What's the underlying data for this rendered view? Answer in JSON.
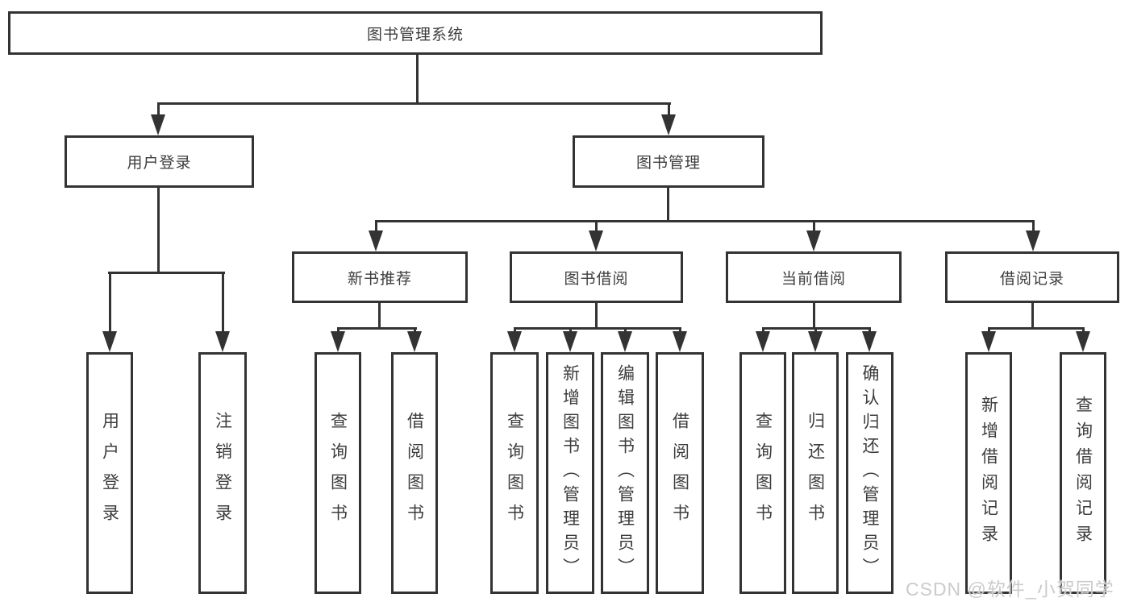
{
  "diagram": {
    "root": {
      "label": "图书管理系统"
    },
    "level2": [
      {
        "label": "用户登录"
      },
      {
        "label": "图书管理"
      }
    ],
    "level3": [
      {
        "label": "新书推荐"
      },
      {
        "label": "图书借阅"
      },
      {
        "label": "当前借阅"
      },
      {
        "label": "借阅记录"
      }
    ],
    "leaves": {
      "user_login": [
        {
          "label": "用户登录"
        },
        {
          "label": "注销登录"
        }
      ],
      "new_book": [
        {
          "label": "查询图书"
        },
        {
          "label": "借阅图书"
        }
      ],
      "book_borrow": [
        {
          "label": "查询图书"
        },
        {
          "label": "新增图书（管理员）"
        },
        {
          "label": "编辑图书（管理员）"
        },
        {
          "label": "借阅图书"
        }
      ],
      "current_borrow": [
        {
          "label": "查询图书"
        },
        {
          "label": "归还图书"
        },
        {
          "label": "确认归还（管理员）"
        }
      ],
      "borrow_record": [
        {
          "label": "新增借阅记录"
        },
        {
          "label": "查询借阅记录"
        }
      ]
    }
  },
  "watermark": {
    "text": "CSDN @软件_小贺同学"
  },
  "colors": {
    "line": "#333333",
    "border": "#333333",
    "text": "#3d3d3d",
    "watermark": "#cbcbcb",
    "background": "#ffffff"
  }
}
